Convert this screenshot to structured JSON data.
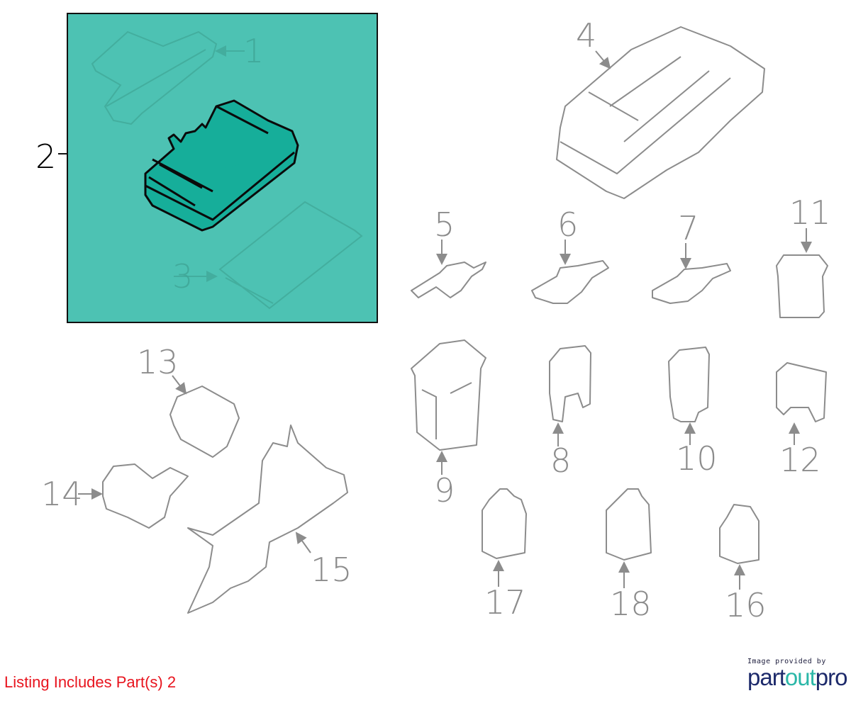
{
  "callouts": [
    "1",
    "2",
    "3",
    "4",
    "5",
    "6",
    "7",
    "8",
    "9",
    "10",
    "11",
    "12",
    "13",
    "14",
    "15",
    "16",
    "17",
    "18"
  ],
  "footer": {
    "listing": "Listing Includes Part(s) 2"
  },
  "logo": {
    "caption": "Image provided by",
    "brand_a": "part",
    "brand_b": "out",
    "brand_c": "pro"
  },
  "colors": {
    "highlight_box": "#4dc2b3",
    "highlight_part": "#16ae9a",
    "callout": "#8c8c8c",
    "listing": "#e8141e",
    "brand_dark": "#1d2a6b",
    "brand_teal": "#2bb7a8"
  }
}
